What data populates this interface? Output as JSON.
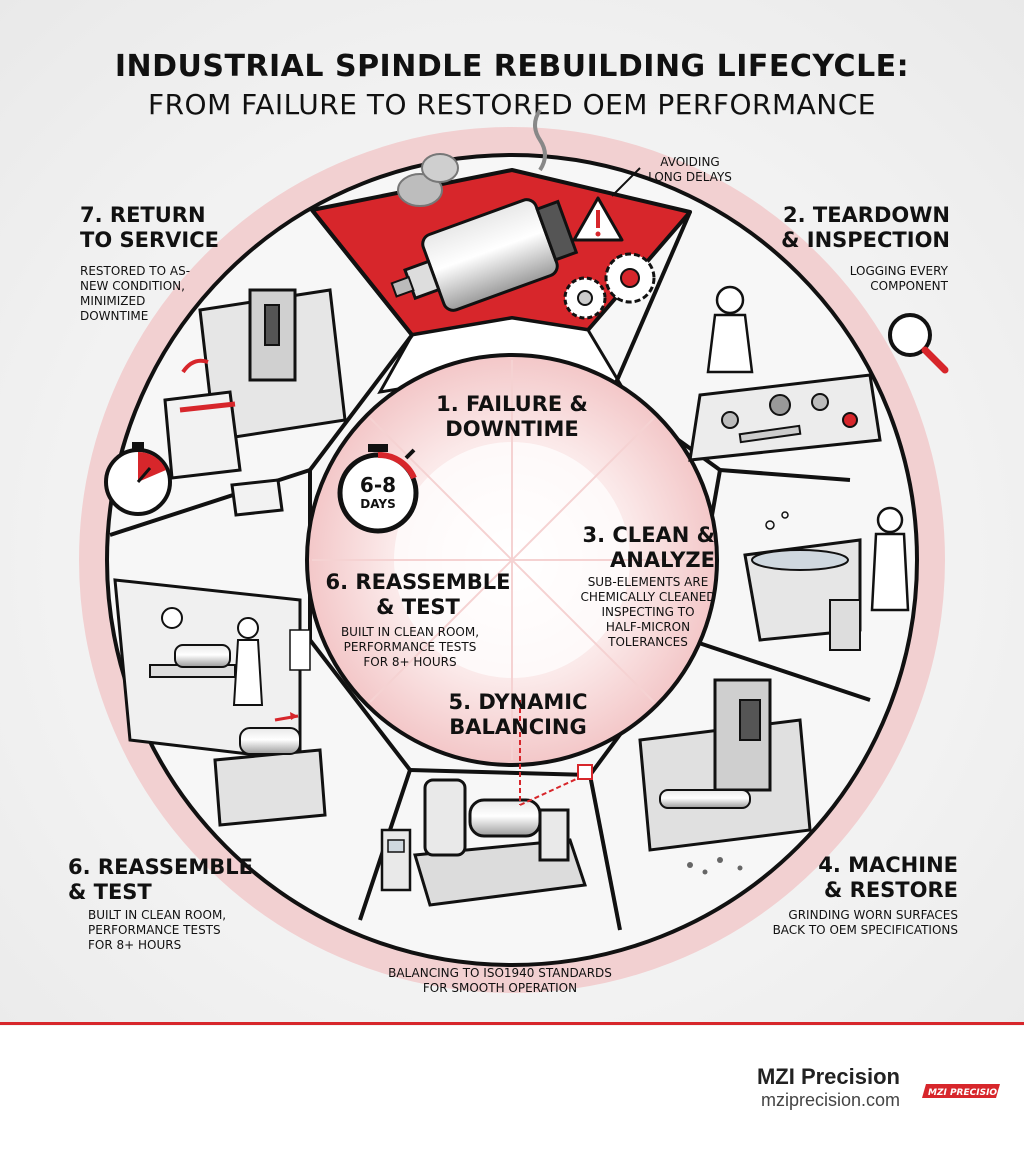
{
  "title": {
    "line1": "INDUSTRIAL SPINDLE REBUILDING LIFECYCLE:",
    "line2": "FROM FAILURE TO RESTORED OEM PERFORMANCE"
  },
  "steps": {
    "failure": {
      "heading1": "1. FAILURE &",
      "heading2": "DOWNTIME",
      "callout1": "AVOIDING",
      "callout2": "LONG DELAYS"
    },
    "teardown": {
      "heading1": "2. TEARDOWN",
      "heading2": "& INSPECTION",
      "desc1": "LOGGING EVERY",
      "desc2": "COMPONENT"
    },
    "clean": {
      "heading1": "3. CLEAN &",
      "heading2": "ANALYZE",
      "desc1": "SUB-ELEMENTS ARE",
      "desc2": "CHEMICALLY CLEANED",
      "desc3": "INSPECTING TO",
      "desc4": "HALF-MICRON",
      "desc5": "TOLERANCES"
    },
    "machine": {
      "heading1": "4. MACHINE",
      "heading2": "& RESTORE",
      "desc1": "GRINDING WORN SURFACES",
      "desc2": "BACK TO OEM SPECIFICATIONS"
    },
    "balancing": {
      "heading1": "5. DYNAMIC",
      "heading2": "BALANCING",
      "desc1": "BALANCING TO ISO1940 STANDARDS",
      "desc2": "FOR SMOOTH OPERATION"
    },
    "reassemble_inner": {
      "heading1": "6. REASSEMBLE",
      "heading2": "& TEST",
      "desc1": "BUILT IN CLEAN ROOM,",
      "desc2": "PERFORMANCE TESTS",
      "desc3": "FOR 8+ HOURS"
    },
    "reassemble_outer": {
      "heading1": "6. REASSEMBLE",
      "heading2": "& TEST",
      "desc1": "BUILT IN CLEAN ROOM,",
      "desc2": "PERFORMANCE TESTS",
      "desc3": "FOR 8+ HOURS"
    },
    "return": {
      "heading1": "7. RETURN",
      "heading2": "TO SERVICE",
      "desc1": "RESTORED TO AS-",
      "desc2": "NEW CONDITION,",
      "desc3": "MINIMIZED",
      "desc4": "DOWNTIME"
    }
  },
  "timer": {
    "value": "6-8",
    "unit": "DAYS"
  },
  "footer": {
    "brand": "MZI Precision",
    "url": "mziprecision.com",
    "logo_text": "MZI PRECISION"
  },
  "colors": {
    "accent": "#d7262b",
    "ink": "#111111",
    "panel": "#f7f7f7"
  }
}
